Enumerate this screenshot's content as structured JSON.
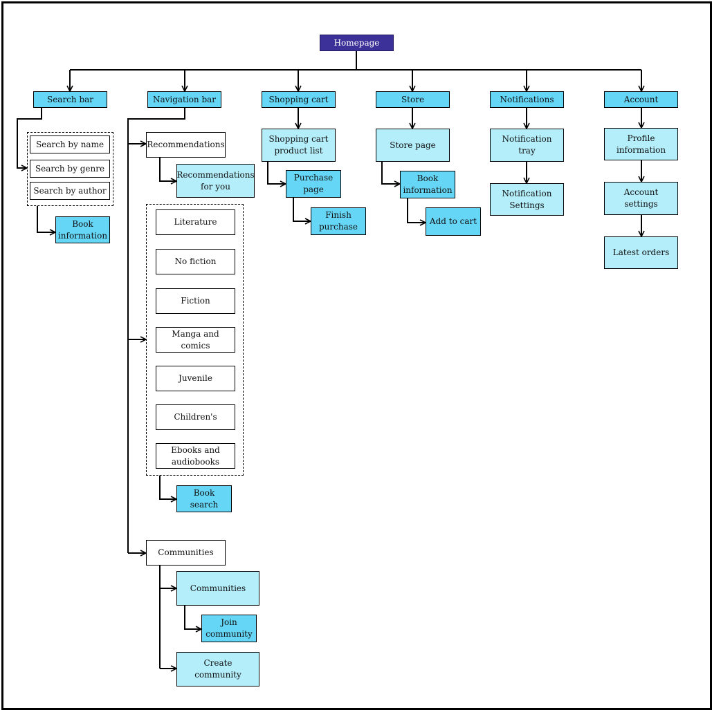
{
  "root": {
    "label": "Homepage"
  },
  "categories": {
    "search_bar": "Search bar",
    "navigation_bar": "Navigation bar",
    "shopping_cart": "Shopping cart",
    "store": "Store",
    "notifications": "Notifications",
    "account": "Account"
  },
  "search": {
    "by_name": "Search by name",
    "by_genre": "Search by genre",
    "by_author": "Search by author",
    "book_information": "Book information"
  },
  "navigation": {
    "recommendations": "Recommendations",
    "recommendations_for_you": "Recommendations for you",
    "genres": [
      "Literature",
      "No fiction",
      "Fiction",
      "Manga and comics",
      "Juvenile",
      "Children's",
      "Ebooks and audiobooks"
    ],
    "book_search": "Book search",
    "communities": "Communities",
    "communities_page": "Communities",
    "join_community": "Join community",
    "create_community": "Create community"
  },
  "cart": {
    "product_list": "Shopping cart product list",
    "purchase_page": "Purchase page",
    "finish_purchase": "Finish purchase"
  },
  "store": {
    "store_page": "Store page",
    "book_information": "Book information",
    "add_to_cart": "Add to cart"
  },
  "notifications": {
    "tray": "Notification tray",
    "settings": "Notification Settings"
  },
  "account": {
    "profile": "Profile information",
    "settings": "Account settings",
    "latest_orders": "Latest orders"
  },
  "colors": {
    "root_fill": "#3b3199",
    "category_fill": "#66d6f7",
    "page_fill": "#b4eefa",
    "plain_fill": "#ffffff",
    "line": "#000000"
  }
}
